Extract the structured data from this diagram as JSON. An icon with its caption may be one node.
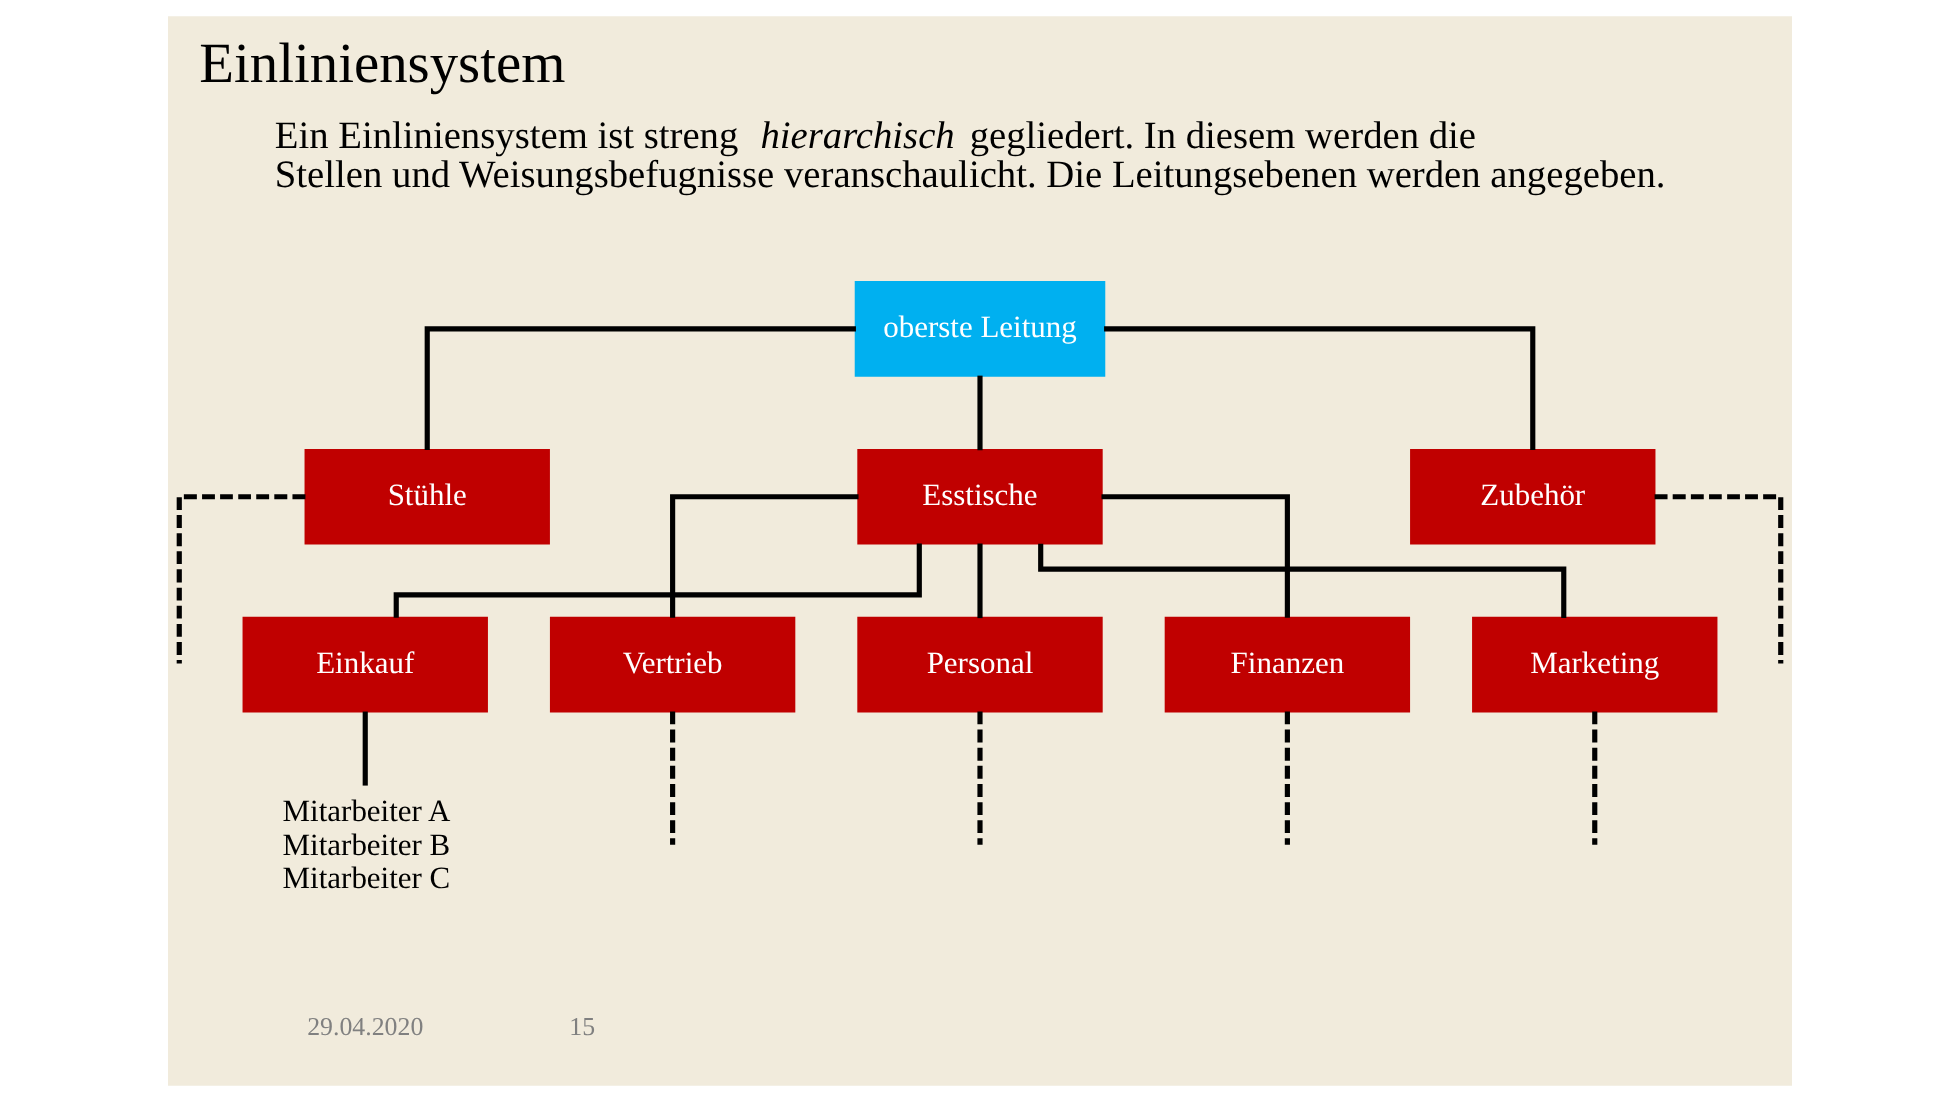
{
  "diagram": {
    "title": "Einliniensystem",
    "nodes": [
      {
        "text": [
          "oberste Leitung"
        ]
      },
      {
        "text": [
          "Stühle"
        ]
      },
      {
        "text": [
          "Esstische"
        ]
      },
      {
        "text": [
          "Zubehör"
        ]
      },
      {
        "text": [
          "Einkauf"
        ]
      },
      {
        "text": [
          "Vertrieb"
        ]
      },
      {
        "text": [
          "Personal"
        ]
      },
      {
        "text": [
          "Finanzen"
        ]
      },
      {
        "text": [
          "Marketing"
        ]
      },
      {
        "text": [
          "Mitarbeiter A",
          "Mitarbeiter B",
          "Mitarbeiter C"
        ]
      }
    ],
    "edges": [
      {
        "from": 0,
        "to": 1,
        "arrow": "none"
      },
      {
        "from": 0,
        "to": 2,
        "arrow": "none"
      },
      {
        "from": 0,
        "to": 3,
        "arrow": "none"
      },
      {
        "from": 1,
        "to": null,
        "arrow": "none",
        "style": "dashed"
      },
      {
        "from": 3,
        "to": null,
        "arrow": "none",
        "style": "dashed"
      },
      {
        "from": 2,
        "to": 4,
        "arrow": "none"
      },
      {
        "from": 2,
        "to": 5,
        "arrow": "none"
      },
      {
        "from": 2,
        "to": 6,
        "arrow": "none"
      },
      {
        "from": 2,
        "to": 7,
        "arrow": "none"
      },
      {
        "from": 2,
        "to": 8,
        "arrow": "none"
      },
      {
        "from": 4,
        "to": 9,
        "arrow": "none"
      },
      {
        "from": 5,
        "to": null,
        "arrow": "none",
        "style": "dashed"
      },
      {
        "from": 6,
        "to": null,
        "arrow": "none",
        "style": "dashed"
      },
      {
        "from": 7,
        "to": null,
        "arrow": "none",
        "style": "dashed"
      },
      {
        "from": 8,
        "to": null,
        "arrow": "none",
        "style": "dashed"
      }
    ],
    "labels": [
      "Ein Einliniensystem ist streng *hierarchisch* gegliedert. In diesem werden die Stellen und Weisungsbefugnisse veranschaulicht. Die Leitungsebenen werden angegeben.",
      "29.04.2020",
      "15"
    ]
  }
}
